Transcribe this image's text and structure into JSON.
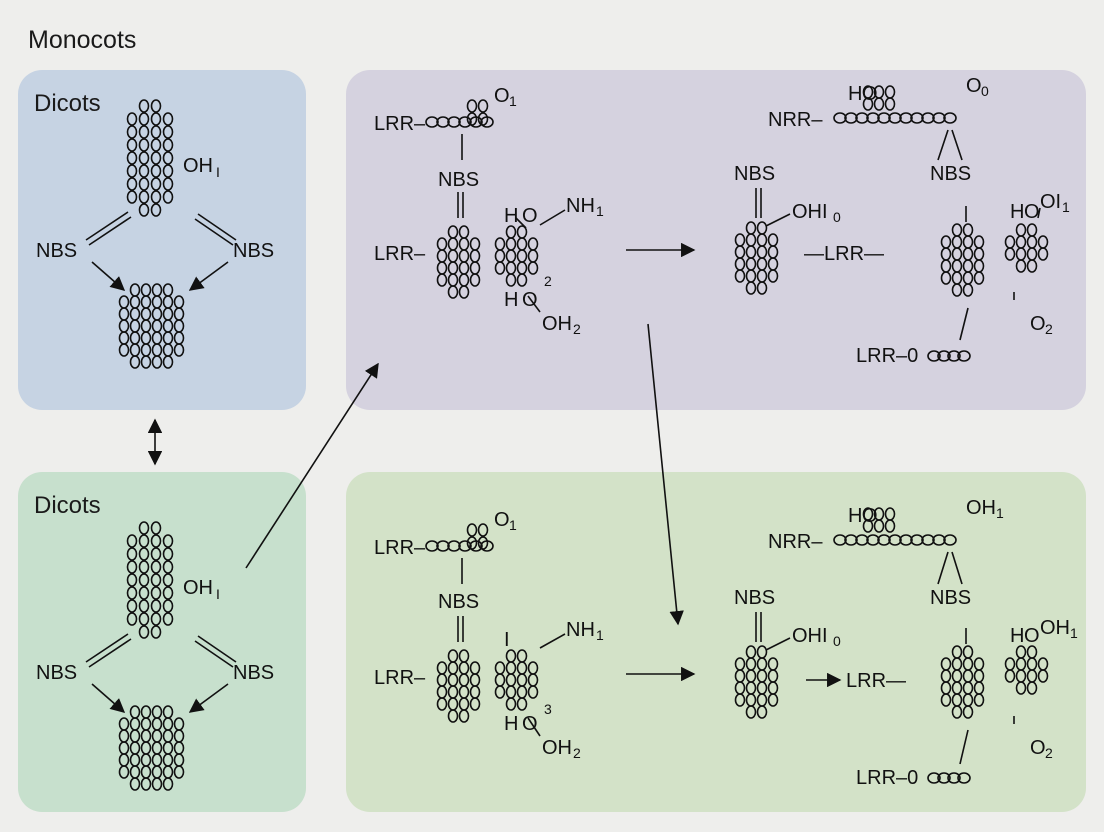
{
  "page": {
    "title": "Monocots"
  },
  "panels": {
    "top_left": {
      "title": "Dicots",
      "labels": {
        "oh": "OH",
        "oh_sub": "I",
        "nbs_left": "NBS",
        "nbs_right": "NBS"
      }
    },
    "bottom_left": {
      "title": "Dicots",
      "labels": {
        "oh": "OH",
        "oh_sub": "I",
        "nbs_left": "NBS",
        "nbs_right": "NBS"
      }
    },
    "top_right": {
      "left_complex": {
        "lrr_top": "LRR–",
        "o_top": "O",
        "o_top_sub": "1",
        "nbs": "NBS",
        "lrr_mid": "LRR–",
        "ho_top": "H",
        "ho_top_o": "O",
        "nh": "NH",
        "nh_sub": "1",
        "ring_sub": "2",
        "ho_bottom": "H",
        "ho_bottom_o": "O",
        "oh_bottom": "OH",
        "oh_bottom_sub": "2"
      },
      "middle_complex": {
        "nbs": "NBS",
        "ohl": "OHI",
        "ohl_sub": "0",
        "lrr": "—LRR—"
      },
      "right_complex": {
        "hoo": "H",
        "hoo_o": "O",
        "o_top": "O",
        "o_top_sub": "0",
        "nrr": "NRR–",
        "nbs": "NBS",
        "ho": "H",
        "ho_o": "O",
        "ol": "OI",
        "ol_sub": "1",
        "o2": "O",
        "o2_sub": "2",
        "lrr_bottom": "LRR–0"
      }
    },
    "bottom_right": {
      "left_complex": {
        "lrr_top": "LRR–",
        "o_top": "O",
        "o_top_sub": "1",
        "nbs": "NBS",
        "lrr_mid": "LRR–",
        "ho_top": "I",
        "nh": "NH",
        "nh_sub": "1",
        "ring_sub": "3",
        "ho_bottom": "H",
        "ho_bottom_o": "O",
        "oh_bottom": "OH",
        "oh_bottom_sub": "2"
      },
      "middle_complex": {
        "nbs": "NBS",
        "ohl": "OHI",
        "ohl_sub": "0",
        "lrr": "LRR—"
      },
      "right_complex": {
        "hoo": "H",
        "hoo_o": "O",
        "o_top": "OH",
        "o_top_sub": "1",
        "nrr": "NRR–",
        "nbs": "NBS",
        "ho": "H",
        "ho_o": "O",
        "ol": "OH",
        "ol_sub": "1",
        "o2": "O",
        "o2_sub": "2",
        "lrr_bottom": "LRR–0"
      }
    }
  }
}
